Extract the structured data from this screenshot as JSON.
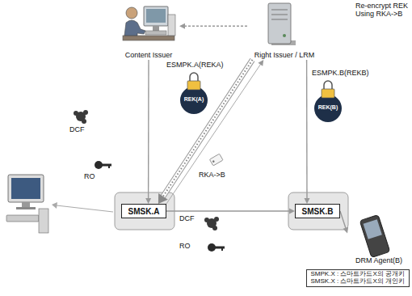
{
  "diagram": {
    "nodes": [
      {
        "text": [
          "Content Issuer"
        ]
      },
      {
        "text": [
          "Right Issuer / LRM"
        ]
      },
      {
        "text": [
          "SMSK.A"
        ]
      },
      {
        "text": [
          "SMSK.B"
        ]
      },
      {
        "text": [
          "DRM Agent(B)"
        ]
      }
    ],
    "edges": [
      {
        "from": 1,
        "to": 0,
        "arrow": "to"
      },
      {
        "from": 0,
        "to": 2,
        "arrow": "to"
      },
      {
        "from": 1,
        "to": 2,
        "arrow": "to"
      },
      {
        "from": 2,
        "to": 1,
        "arrow": "to"
      },
      {
        "from": 1,
        "to": 3,
        "arrow": "to"
      },
      {
        "from": 2,
        "to": 3,
        "arrow": "to"
      },
      {
        "from": 3,
        "to": 4,
        "arrow": "to"
      }
    ],
    "labels": [
      "Re-encrypt REK Using RKA->B",
      "ESMPK.A(REKA)",
      "REK(A)",
      "ESMPK.B(REKB)",
      "REK(B)",
      "DCF",
      "RO",
      "RKA->B",
      "DCF",
      "RO"
    ],
    "legend": [
      {
        "text": "SMPK.X : 스마트카드X의 공개키"
      },
      {
        "text": "SMSK.X : 스마트카드X의 개인키"
      }
    ]
  }
}
